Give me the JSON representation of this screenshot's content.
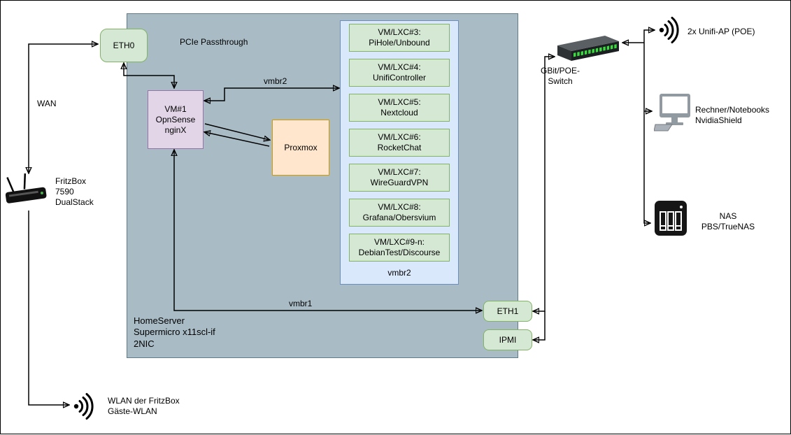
{
  "colors": {
    "green_fill": "#d5e8d4",
    "green_border": "#82b366",
    "purple_fill": "#e1d5e7",
    "purple_border": "#9673a6",
    "orange_fill": "#ffe6cc",
    "orange_border": "#d79b00",
    "blue_fill": "#dae8fc",
    "blue_border": "#6c8ebf",
    "server_fill": "#a9bcc6",
    "server_border": "#5f7a89",
    "line": "#000000"
  },
  "left": {
    "wan_label": "WAN",
    "fritzbox_label": "FritzBox\n7590\nDualStack",
    "wlan_label": "WLAN der FritzBox\nGäste-WLAN"
  },
  "server": {
    "label": "HomeServer\nSupermicro x11scl-if\n2NIC",
    "eth0": "ETH0",
    "eth1": "ETH1",
    "ipmi": "IPMI",
    "pcie_label": "PCIe Passthrough",
    "vm1_label": "VM#1\nOpnSense\nnginX",
    "proxmox_label": "Proxmox",
    "vmbr1_label": "vmbr1",
    "vmbr2_edge_label": "vmbr2",
    "vmbr2_group": {
      "caption": "vmbr2",
      "items": [
        {
          "label": "VM/LXC#3:\nPiHole/Unbound"
        },
        {
          "label": "VM/LXC#4:\nUnifiController"
        },
        {
          "label": "VM/LXC#5:\nNextcloud"
        },
        {
          "label": "VM/LXC#6:\nRocketChat"
        },
        {
          "label": "VM/LXC#7:\nWireGuardVPN"
        },
        {
          "label": "VM/LXC#8:\nGrafana/Obersvium"
        },
        {
          "label": "VM/LXC#9-n:\nDebianTest/Discourse"
        }
      ]
    }
  },
  "right": {
    "switch_label": "GBit/POE-\nSwitch",
    "ap_label": "2x Unifi-AP (POE)",
    "clients_label": "Rechner/Notebooks\nNvidiaShield",
    "nas_label": "NAS\nPBS/TrueNAS"
  }
}
